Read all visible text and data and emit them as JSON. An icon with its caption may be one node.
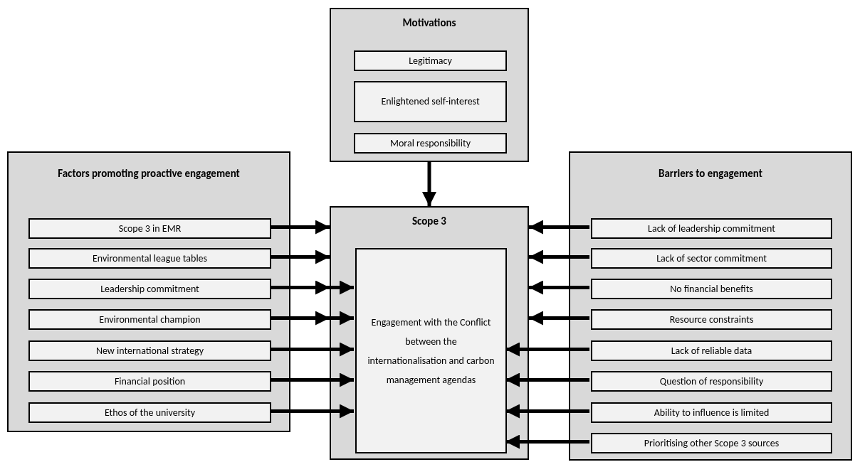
{
  "diagram": {
    "nodes": [
      {
        "text": [
          "Motivations"
        ]
      },
      {
        "text": [
          "Legitimacy"
        ],
        "in": 0
      },
      {
        "text": [
          "Enlightened self-interest"
        ],
        "in": 0
      },
      {
        "text": [
          "Moral responsibility"
        ],
        "in": 0
      },
      {
        "text": [
          "Factors promoting proactive engagement"
        ]
      },
      {
        "text": [
          "Scope 3 in EMR"
        ],
        "in": 4
      },
      {
        "text": [
          "Environmental league tables"
        ],
        "in": 4
      },
      {
        "text": [
          "Leadership commitment"
        ],
        "in": 4
      },
      {
        "text": [
          "Environmental champion"
        ],
        "in": 4
      },
      {
        "text": [
          "New international strategy"
        ],
        "in": 4
      },
      {
        "text": [
          "Financial position"
        ],
        "in": 4
      },
      {
        "text": [
          "Ethos of the university"
        ],
        "in": 4
      },
      {
        "text": [
          "Scope 3"
        ]
      },
      {
        "text": [
          "Engagement with the Conflict between the internationalisation and carbon management agendas"
        ],
        "in": 12
      },
      {
        "text": [
          "Barriers to engagement"
        ]
      },
      {
        "text": [
          "Lack of leadership commitment"
        ],
        "in": 14
      },
      {
        "text": [
          "Lack of sector commitment"
        ],
        "in": 14
      },
      {
        "text": [
          "No financial benefits"
        ],
        "in": 14
      },
      {
        "text": [
          "Resource constraints"
        ],
        "in": 14
      },
      {
        "text": [
          "Lack of reliable data"
        ],
        "in": 14
      },
      {
        "text": [
          "Question of responsibility"
        ],
        "in": 14
      },
      {
        "text": [
          "Ability to influence is limited"
        ],
        "in": 14
      },
      {
        "text": [
          "Prioritising other Scope 3 sources"
        ],
        "in": 14
      }
    ],
    "edges": [
      {
        "from": 0,
        "to": 12,
        "arrow": "to"
      },
      {
        "from": 5,
        "to": 12,
        "arrow": "to"
      },
      {
        "from": 6,
        "to": 12,
        "arrow": "to"
      },
      {
        "from": 7,
        "to": 12,
        "arrow": "to"
      },
      {
        "from": 7,
        "to": 13,
        "arrow": "to"
      },
      {
        "from": 8,
        "to": 12,
        "arrow": "to"
      },
      {
        "from": 8,
        "to": 13,
        "arrow": "to"
      },
      {
        "from": 9,
        "to": 13,
        "arrow": "to"
      },
      {
        "from": 10,
        "to": 13,
        "arrow": "to"
      },
      {
        "from": 11,
        "to": 13,
        "arrow": "to"
      },
      {
        "from": 15,
        "to": 12,
        "arrow": "to"
      },
      {
        "from": 16,
        "to": 12,
        "arrow": "to"
      },
      {
        "from": 17,
        "to": 12,
        "arrow": "to"
      },
      {
        "from": 18,
        "to": 12,
        "arrow": "to"
      },
      {
        "from": 19,
        "to": 13,
        "arrow": "to"
      },
      {
        "from": 20,
        "to": 13,
        "arrow": "to"
      },
      {
        "from": 21,
        "to": 13,
        "arrow": "to"
      },
      {
        "from": 22,
        "to": 13,
        "arrow": "to"
      }
    ]
  }
}
